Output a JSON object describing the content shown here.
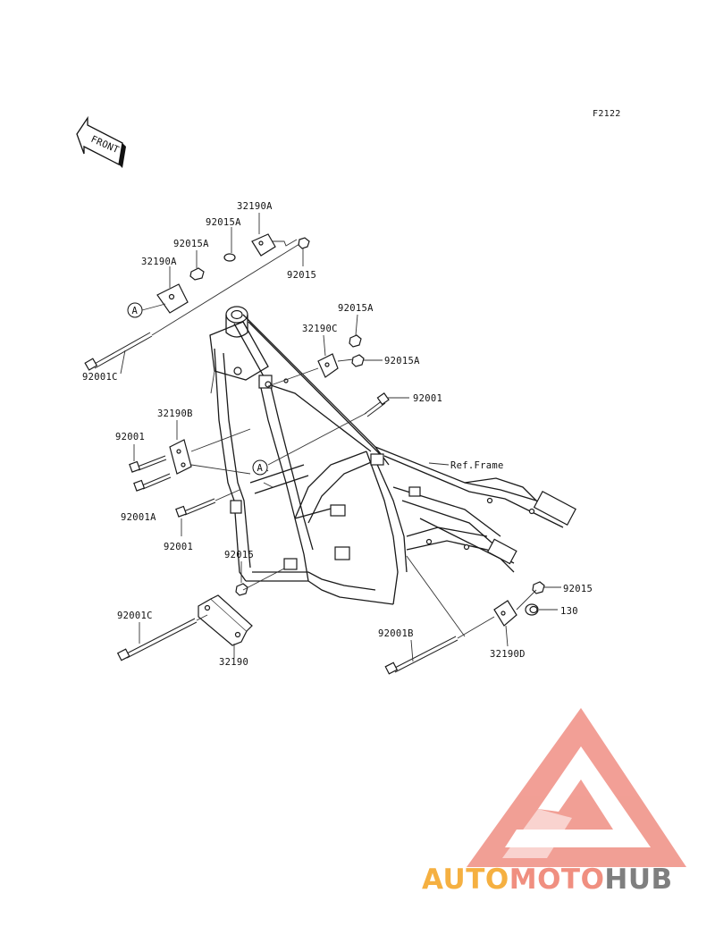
{
  "diagram": {
    "code": "F2122",
    "front_label": "FRONT",
    "ref_label": "Ref.Frame",
    "callout": "A",
    "labels": {
      "l32190A_top": "32190A",
      "l92015A_top": "92015A",
      "l92015_top": "92015",
      "l92015A_left": "92015A",
      "l32190A_left": "32190A",
      "l92001C_top": "92001C",
      "l92015A_r1": "92015A",
      "l32190C": "32190C",
      "l92015A_r2": "92015A",
      "l92001_r": "92001",
      "l32190B": "32190B",
      "l92001_l": "92001",
      "l92001A": "92001A",
      "l92001_mid": "92001",
      "l92015_low": "92015",
      "l92001C_low": "92001C",
      "l32190": "32190",
      "l92015_rlow": "92015",
      "l130": "130",
      "l92001B": "92001B",
      "l32190D": "32190D"
    }
  },
  "watermark": {
    "part1": "AUTO",
    "part2": "MOTO",
    "part3": "HUB",
    "colors": {
      "orange": "#f5b041",
      "salmon": "#f08f80",
      "gray": "#7f7f7f",
      "triangle": "#f19a90"
    }
  }
}
